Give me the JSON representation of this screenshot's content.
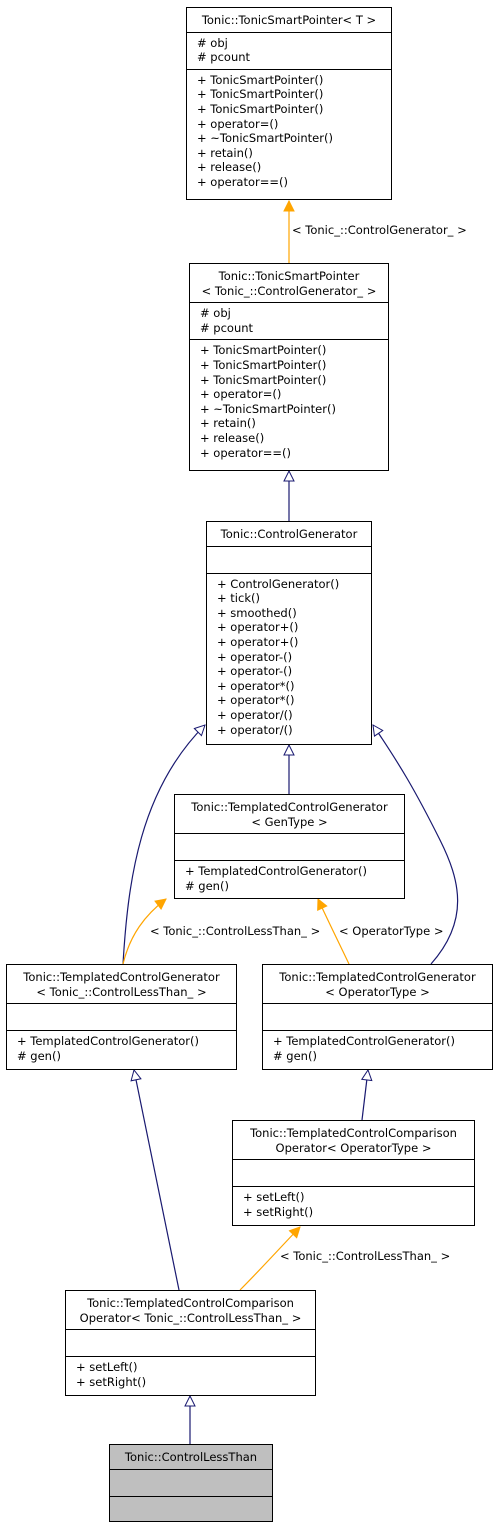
{
  "classes": {
    "smart_pointer_t": {
      "title": [
        "Tonic::TonicSmartPointer< T >"
      ],
      "attributes": [
        "# obj",
        "# pcount"
      ],
      "methods": [
        "+ TonicSmartPointer()",
        "+ TonicSmartPointer()",
        "+ TonicSmartPointer()",
        "+ operator=()",
        "+ ~TonicSmartPointer()",
        "+ retain()",
        "+ release()",
        "+ operator==()"
      ]
    },
    "smart_pointer_cg": {
      "title": [
        "Tonic::TonicSmartPointer",
        "< Tonic_::ControlGenerator_ >"
      ],
      "attributes": [
        "# obj",
        "# pcount"
      ],
      "methods": [
        "+ TonicSmartPointer()",
        "+ TonicSmartPointer()",
        "+ TonicSmartPointer()",
        "+ operator=()",
        "+ ~TonicSmartPointer()",
        "+ retain()",
        "+ release()",
        "+ operator==()"
      ]
    },
    "control_generator": {
      "title": [
        "Tonic::ControlGenerator"
      ],
      "attributes": [],
      "methods": [
        "+ ControlGenerator()",
        "+ tick()",
        "+ smoothed()",
        "+ operator+()",
        "+ operator+()",
        "+ operator-()",
        "+ operator-()",
        "+ operator*()",
        "+ operator*()",
        "+ operator/()",
        "+ operator/()"
      ]
    },
    "templated_cg_gentype": {
      "title": [
        "Tonic::TemplatedControlGenerator",
        "< GenType >"
      ],
      "attributes": [],
      "methods": [
        "+ TemplatedControlGenerator()",
        "# gen()"
      ]
    },
    "templated_cg_lessthan": {
      "title": [
        "Tonic::TemplatedControlGenerator",
        "< Tonic_::ControlLessThan_ >"
      ],
      "attributes": [],
      "methods": [
        "+ TemplatedControlGenerator()",
        "# gen()"
      ]
    },
    "templated_cg_optype": {
      "title": [
        "Tonic::TemplatedControlGenerator",
        "< OperatorType >"
      ],
      "attributes": [],
      "methods": [
        "+ TemplatedControlGenerator()",
        "# gen()"
      ]
    },
    "templated_cmp_optype": {
      "title": [
        "Tonic::TemplatedControlComparison",
        "Operator< OperatorType >"
      ],
      "attributes": [],
      "methods": [
        "+ setLeft()",
        "+ setRight()"
      ]
    },
    "templated_cmp_lessthan": {
      "title": [
        "Tonic::TemplatedControlComparison",
        "Operator< Tonic_::ControlLessThan_ >"
      ],
      "attributes": [],
      "methods": [
        "+ setLeft()",
        "+ setRight()"
      ]
    },
    "control_less_than": {
      "title": [
        "Tonic::ControlLessThan"
      ],
      "attributes": [],
      "methods": []
    }
  },
  "edge_labels": {
    "smart_pointer_binding": "< Tonic_::ControlGenerator_ >",
    "gentype_lessthan_binding": "< Tonic_::ControlLessThan_ >",
    "gentype_optype_binding": "< OperatorType >",
    "cmp_lessthan_binding": "< Tonic_::ControlLessThan_ >"
  },
  "colors": {
    "inheritance": "#191970",
    "template_binding": "#ffa500",
    "highlight_fill": "#bfbfbf"
  }
}
